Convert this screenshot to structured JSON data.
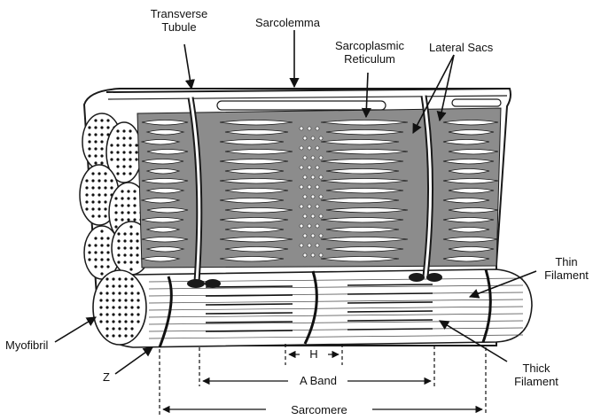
{
  "labels": {
    "transverse_tubule_1": "Transverse",
    "transverse_tubule_2": "Tubule",
    "sarcolemma": "Sarcolemma",
    "sarcoplasmic_1": "Sarcoplasmic",
    "sarcoplasmic_2": "Reticulum",
    "lateral_sacs": "Lateral Sacs",
    "thin_filament_1": "Thin",
    "thin_filament_2": "Filament",
    "thick_filament_1": "Thick",
    "thick_filament_2": "Filament",
    "myofibril": "Myofibril",
    "z": "Z",
    "h": "H",
    "a_band": "A Band",
    "sarcomere": "Sarcomere"
  },
  "colors": {
    "reticulum_fill": "#8c8c8c",
    "outline": "#1a1a1a",
    "background": "#ffffff"
  }
}
